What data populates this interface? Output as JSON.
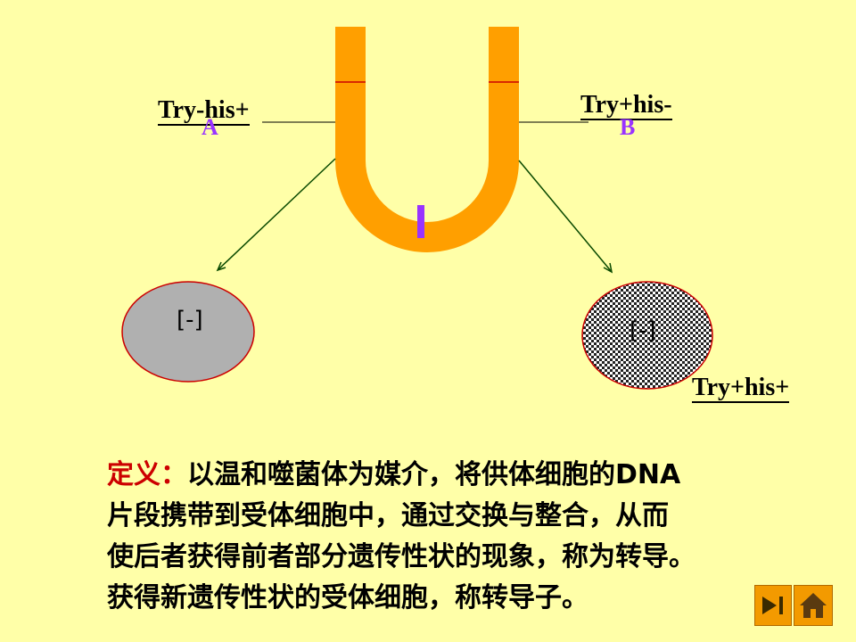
{
  "labels": {
    "donor_genotype": "Try-his+",
    "donor_strain": "A",
    "recipient_genotype": "Try+his-",
    "recipient_strain": "B",
    "cell_left": "[-]",
    "cell_right": "[-]",
    "transductant_genotype": "Try+his+"
  },
  "definition": {
    "key": "定义：",
    "lines": [
      "以温和噬菌体为媒介，将供体细胞的DNA",
      "片段携带到受体细胞中，通过交换与整合，从而",
      "使后者获得前者部分遗传性状的现象，称为转导。",
      "获得新遗传性状的受体细胞，称转导子。"
    ]
  },
  "colors": {
    "background": "#FFFFA8",
    "tube": "#FF9F00",
    "filter": "#9933FF",
    "arrow": "#0A4A00",
    "cell_left": "#B0B0B0",
    "cell_border": "#CC0000",
    "definition_key": "#CC0000",
    "nav_button": "#F39A00"
  },
  "nav": {
    "next_icon": "next-end-icon",
    "home_icon": "home-icon"
  }
}
